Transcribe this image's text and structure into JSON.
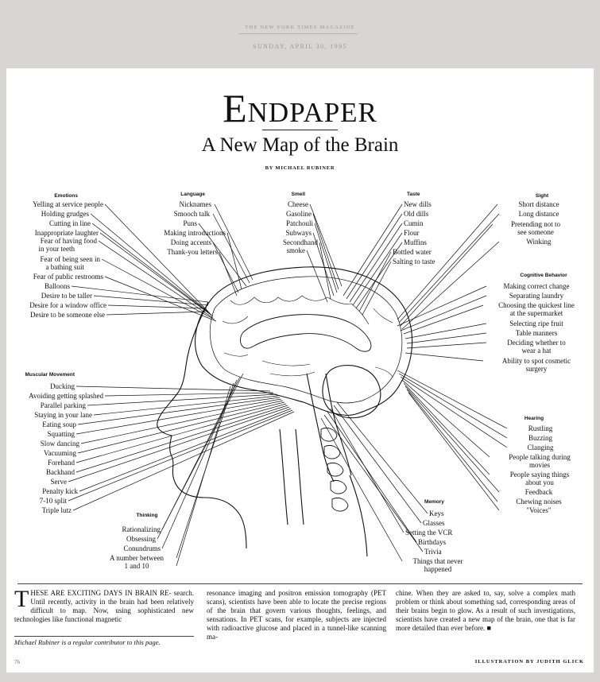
{
  "masthead": {
    "magazine": "The New York Times Magazine",
    "date": "Sunday, April 30, 1995"
  },
  "title": "Endpaper",
  "subtitle": "A New Map of the Brain",
  "byline": "By Michael Rubiner",
  "groups": {
    "emotions": {
      "heading": "Emotions",
      "items": [
        "Yelling at service people",
        "Holding grudges",
        "Cutting in line",
        "Inappropriate laughter",
        "Fear of having food",
        "in your teeth",
        "Fear of being seen in",
        "a bathing suit",
        "Fear of public restrooms",
        "Balloons",
        "Desire to be taller",
        "Desire for a window office",
        "Desire to be someone else"
      ]
    },
    "language": {
      "heading": "Language",
      "items": [
        "Nicknames",
        "Smooch talk",
        "Puns",
        "Making introductions",
        "Doing accents",
        "Thank-you letters"
      ]
    },
    "smell": {
      "heading": "Smell",
      "items": [
        "Cheese",
        "Gasoline",
        "Patchouli",
        "Subways",
        "Secondhand",
        "smoke"
      ]
    },
    "taste": {
      "heading": "Taste",
      "items": [
        "New dills",
        "Old dills",
        "Cumin",
        "Flour",
        "Muffins",
        "Bottled water",
        "Salting to taste"
      ]
    },
    "sight": {
      "heading": "Sight",
      "items": [
        "Short distance",
        "Long distance",
        "Pretending not to",
        "see someone",
        "Winking"
      ]
    },
    "cognitive": {
      "heading": "Cognitive Behavior",
      "items": [
        "Making correct change",
        "Separating laundry",
        "Choosing the quickest line",
        "at the supermarket",
        "Selecting ripe fruit",
        "Table manners",
        "Deciding whether to",
        "wear a hat",
        "Ability to spot cosmetic",
        "surgery"
      ]
    },
    "muscular": {
      "heading": "Muscular Movement",
      "items": [
        "Ducking",
        "Avoiding getting splashed",
        "Parallel parking",
        "Staying in your lane",
        "Eating soup",
        "Squatting",
        "Slow dancing",
        "Vacuuming",
        "Forehand",
        "Backhand",
        "Serve",
        "Penalty kick",
        "7-10 split",
        "Triple lutz"
      ]
    },
    "hearing": {
      "heading": "Hearing",
      "items": [
        "Rustling",
        "Buzzing",
        "Clanging",
        "People talking during",
        "movies",
        "People saying things",
        "about you",
        "Feedback",
        "Chewing noises",
        "\"Voices\""
      ]
    },
    "thinking": {
      "heading": "Thinking",
      "items": [
        "Rationalizing",
        "Obsessing",
        "Conundrums",
        "A number between",
        "1 and 10"
      ]
    },
    "memory": {
      "heading": "Memory",
      "items": [
        "Keys",
        "Glasses",
        "Setting the VCR",
        "Birthdays",
        "Trivia",
        "Things that never",
        "happened"
      ]
    }
  },
  "body": {
    "col1": "HESE ARE EXCITING DAYS IN BRAIN RE- search. Until recently, activity in the brain had been relatively difficult to map. Now, using sophisticated new technologies like functional magnetic",
    "col1_cap": "T",
    "col2": "resonance imaging and positron emission tomography (PET scans), scientists have been able to locate the precise regions of the brain that govern various thoughts, feelings, and sensations. In PET scans, for example, subjects are injected with radioactive glucose and placed in a tunnel-like scanning ma-",
    "col3": "chine. When they are asked to, say, solve a complex math problem or think about something sad, corresponding areas of their brains begin to glow. As a result of such investigations, scientists have created a new map of the brain, one that is far more detailed than ever before. ■",
    "bio": "Michael Rubiner is a regular contributor to this page.",
    "page_number": "76",
    "credit": "Illustration by Judith Glick"
  }
}
